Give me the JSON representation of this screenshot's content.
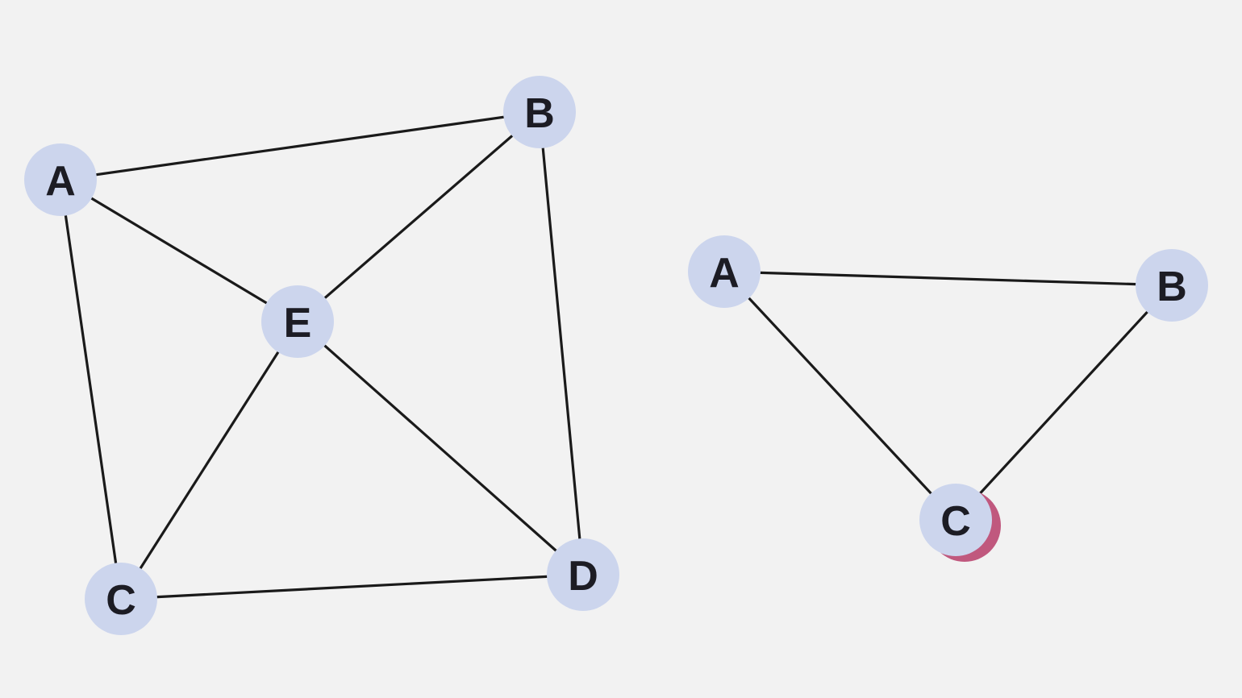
{
  "colors": {
    "node": "#ccd5ed",
    "edge": "#1a1a1a",
    "highlight": "#c0587e",
    "background": "#f2f2f2"
  },
  "graphs": [
    {
      "name": "graph-left",
      "nodes": [
        "A",
        "B",
        "C",
        "D",
        "E"
      ],
      "edges": [
        [
          "A",
          "B"
        ],
        [
          "A",
          "E"
        ],
        [
          "A",
          "C"
        ],
        [
          "B",
          "E"
        ],
        [
          "B",
          "D"
        ],
        [
          "E",
          "C"
        ],
        [
          "E",
          "D"
        ],
        [
          "C",
          "D"
        ]
      ]
    },
    {
      "name": "graph-right",
      "nodes": [
        "A",
        "B",
        "C"
      ],
      "edges": [
        [
          "A",
          "B"
        ],
        [
          "A",
          "C"
        ],
        [
          "B",
          "C"
        ]
      ],
      "highlighted_node": "C"
    }
  ]
}
